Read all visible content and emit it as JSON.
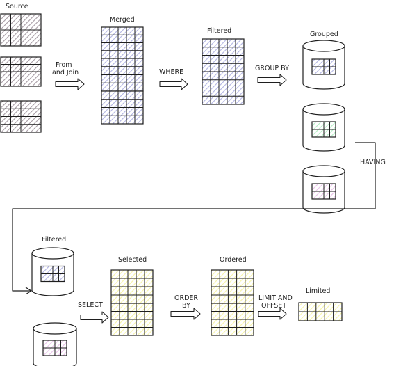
{
  "labels": {
    "source": "Source",
    "merged": "Merged",
    "filtered_top": "Filtered",
    "grouped": "Grouped",
    "from_join_line1": "From",
    "from_join_line2": "and Join",
    "where": "WHERE",
    "group_by": "GROUP BY",
    "having": "HAVING",
    "filtered_bottom": "Filtered",
    "selected": "Selected",
    "ordered": "Ordered",
    "limited": "Limited",
    "select": "SELECT",
    "order_by_line1": "ORDER",
    "order_by_line2": "BY",
    "limit_line1": "LIMIT AND",
    "limit_line2": "OFFSET"
  },
  "colors": {
    "stroke": "#1e1e1e",
    "source_fill": "#a69aa3",
    "merged_fill": "#b2b4e3",
    "filtered_fill": "#b2b4e3",
    "grouped_fill": "#b2b4e3",
    "green_fill": "#b2efc3",
    "pink_fill": "#e9bfe9",
    "yellow_fill": "#f6f4a6"
  }
}
